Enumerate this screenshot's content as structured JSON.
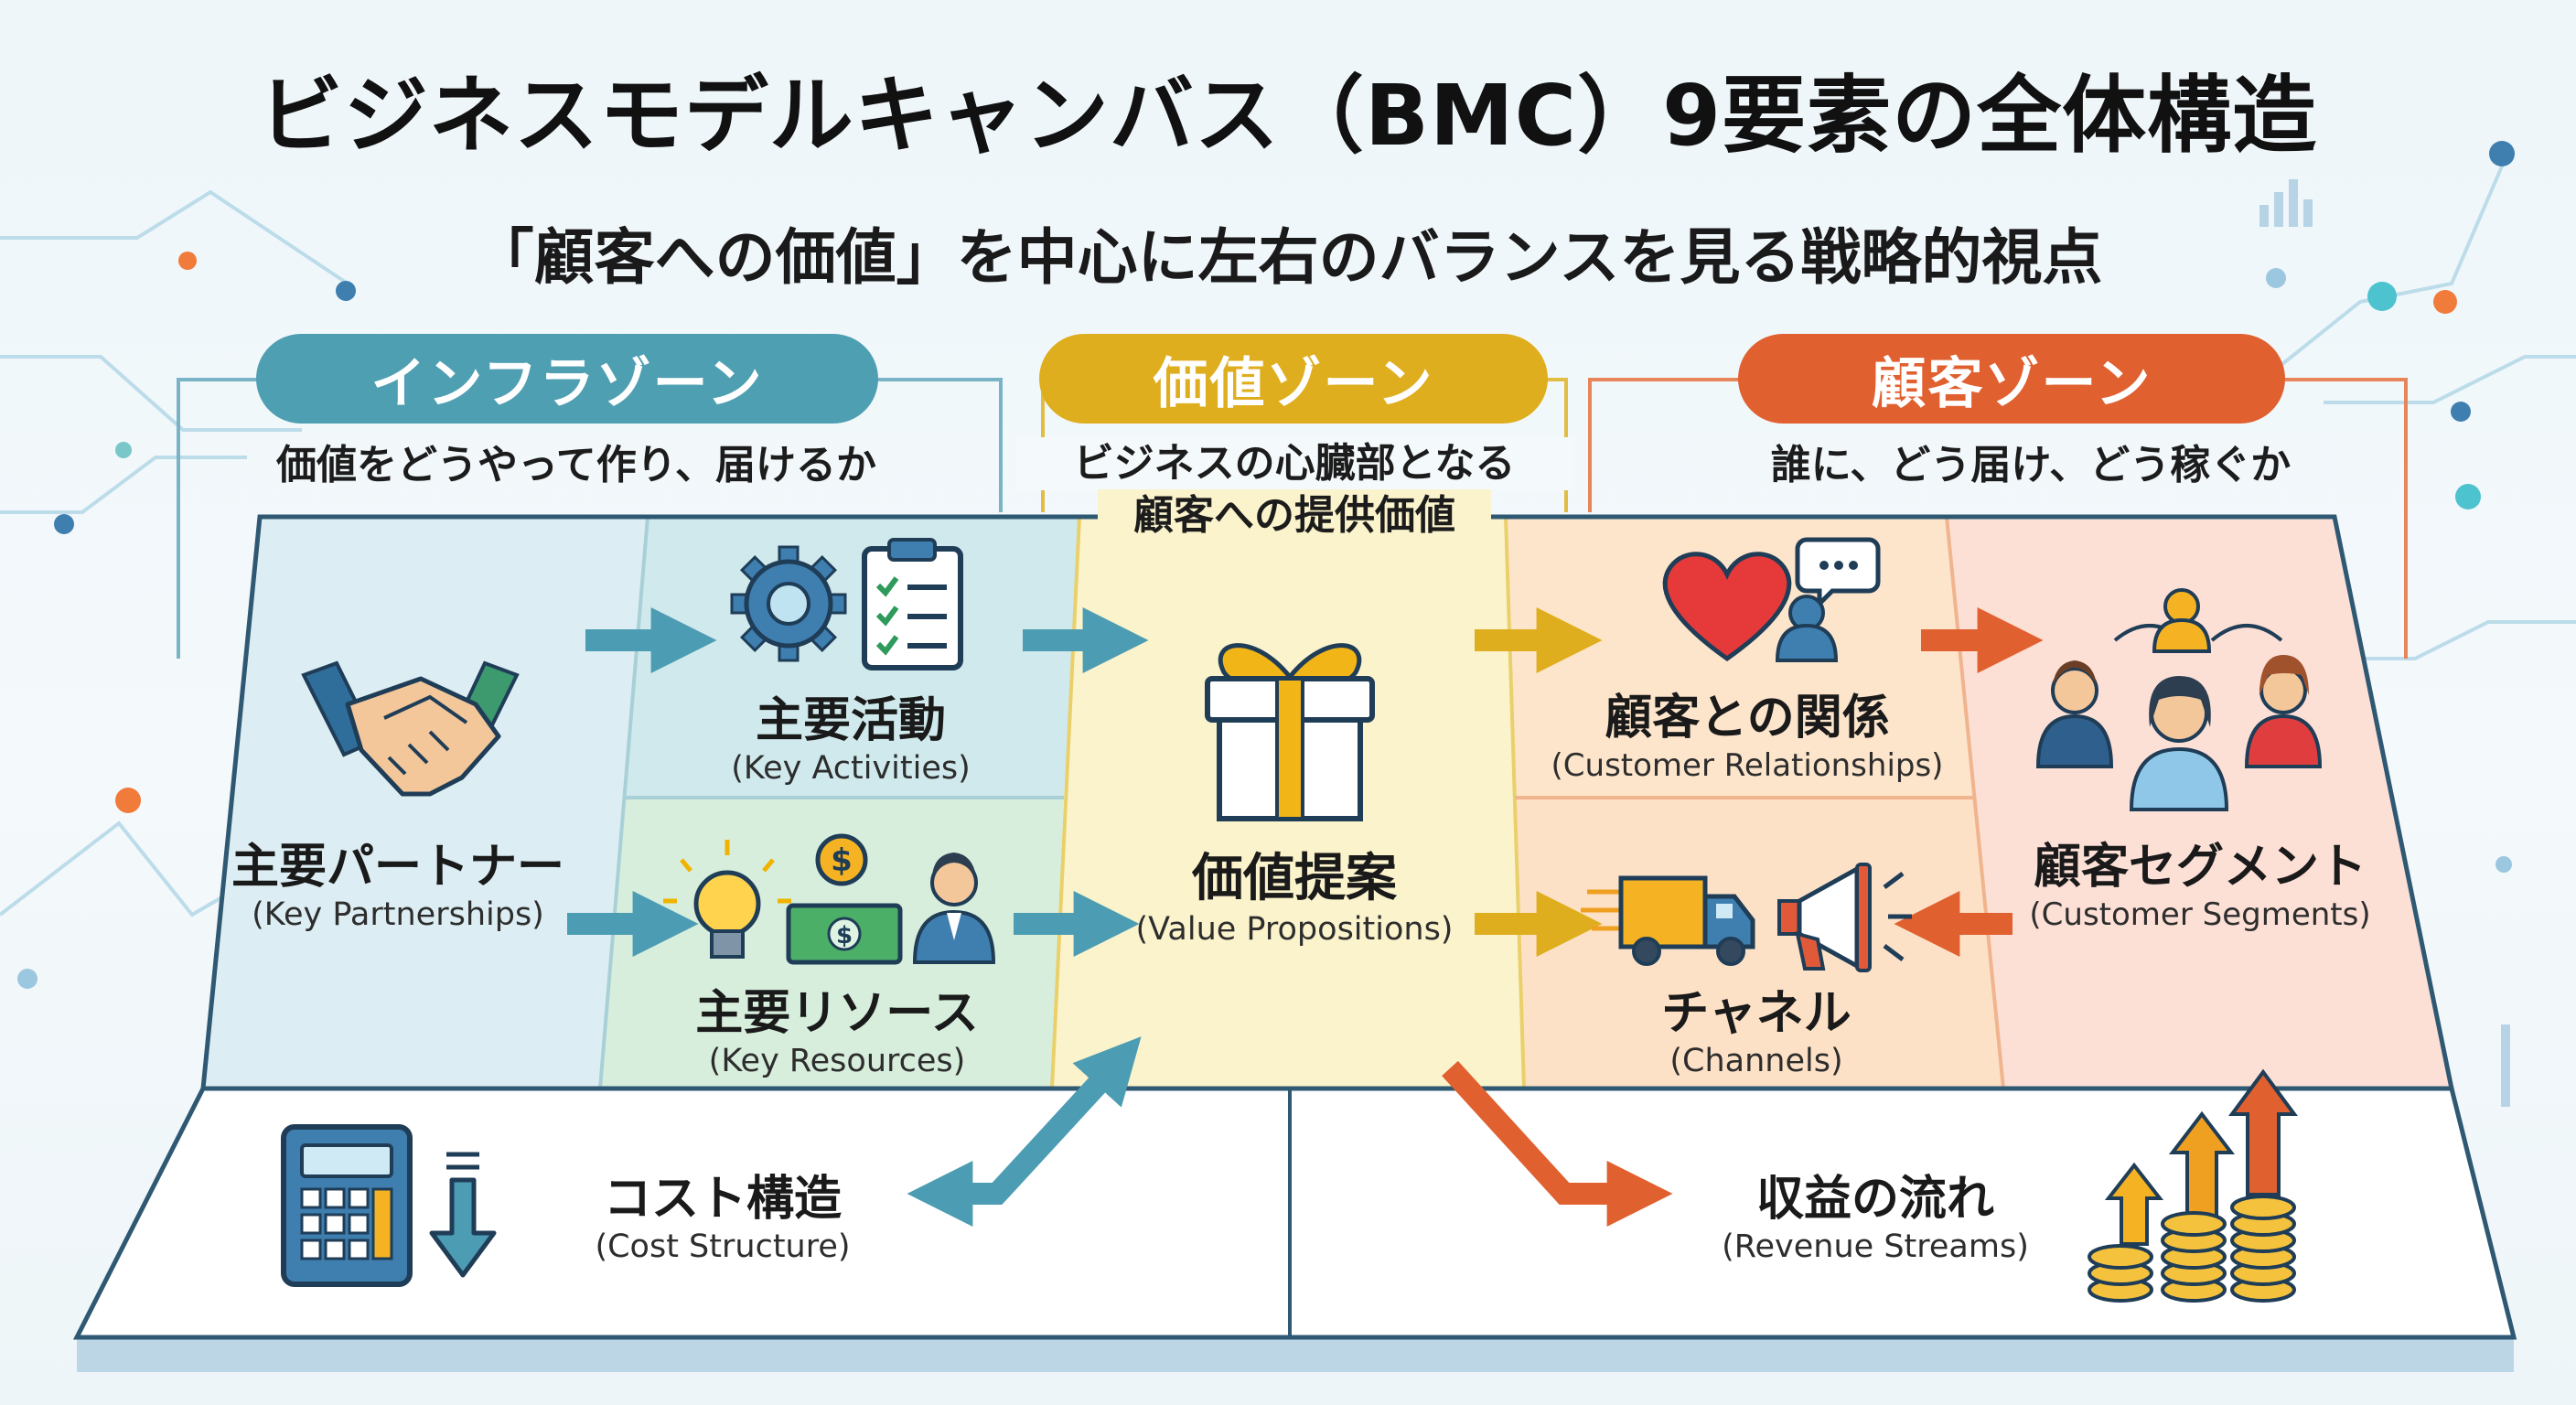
{
  "title": "ビジネスモデルキャンバス（BMC）9要素の全体構造",
  "subtitle": "「顧客への価値」を中心に左右のバランスを見る戦略的視点",
  "zones": {
    "infra": {
      "label": "インフラゾーン",
      "desc": "価値をどうやって作り、届けるか",
      "color": "#4f9fb3"
    },
    "value": {
      "label": "価値ゾーン",
      "desc_line1": "ビジネスの心臓部となる",
      "desc_line2": "顧客への提供価値",
      "color": "#dfae1e"
    },
    "customer": {
      "label": "顧客ゾーン",
      "desc": "誰に、どう届け、どう稼ぐか",
      "color": "#e0602f"
    }
  },
  "blocks": {
    "key_partners": {
      "jp": "主要パートナー",
      "en": "(Key Partnerships)",
      "icon": "handshake-icon"
    },
    "key_activities": {
      "jp": "主要活動",
      "en": "(Key Activities)",
      "icon": "gear-clipboard-icon"
    },
    "key_resources": {
      "jp": "主要リソース",
      "en": "(Key Resources)",
      "icon": "lightbulb-money-person-icon"
    },
    "value_propositions": {
      "jp": "価値提案",
      "en": "(Value Propositions)",
      "icon": "gift-icon"
    },
    "customer_relationships": {
      "jp": "顧客との関係",
      "en": "(Customer Relationships)",
      "icon": "heart-chat-icon"
    },
    "channels": {
      "jp": "チャネル",
      "en": "(Channels)",
      "icon": "truck-megaphone-icon"
    },
    "customer_segments": {
      "jp": "顧客セグメント",
      "en": "(Customer Segments)",
      "icon": "people-group-icon"
    },
    "cost_structure": {
      "jp": "コスト構造",
      "en": "(Cost Structure)",
      "icon": "calculator-down-arrow-icon"
    },
    "revenue_streams": {
      "jp": "収益の流れ",
      "en": "(Revenue Streams)",
      "icon": "coins-up-arrows-icon"
    }
  }
}
